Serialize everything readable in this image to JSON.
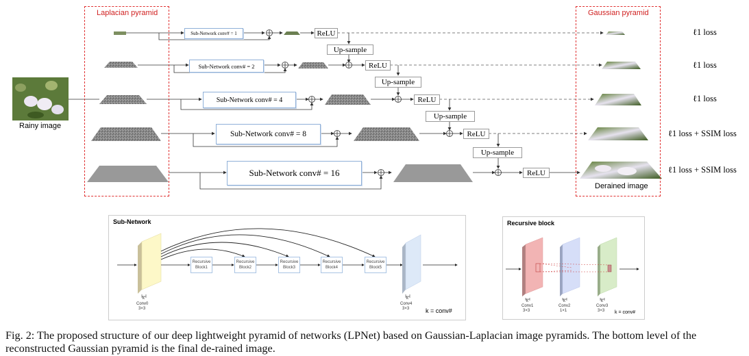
{
  "labels": {
    "laplacian": "Laplacian pyramid",
    "gaussian": "Gaussian pyramid",
    "rainy": "Rainy image",
    "derained": "Derained image"
  },
  "levels": [
    {
      "subnet": "Sub-Network conv# = 1",
      "loss": "ℓ1 loss"
    },
    {
      "subnet": "Sub-Network conv# = 2",
      "loss": "ℓ1 loss"
    },
    {
      "subnet": "Sub-Network conv# = 4",
      "loss": "ℓ1 loss"
    },
    {
      "subnet": "Sub-Network conv# = 8",
      "loss": "ℓ1 loss  +  SSIM loss"
    },
    {
      "subnet": "Sub-Network conv# = 16",
      "loss": "ℓ1 loss  +  SSIM loss"
    }
  ],
  "ops": {
    "relu": "ReLU",
    "upsample": "Up-sample"
  },
  "subnetwork": {
    "title": "Sub-Network",
    "blocks": [
      "Recursive Block1",
      "Recursive Block2",
      "Recursive Block3",
      "Recursive Block4",
      "Recursive Block5"
    ],
    "conv0": "Conv0",
    "conv0_size": "3×3",
    "conv4": "Conv4",
    "conv4_size": "3×3",
    "k_label": "k",
    "legend": "k = conv#"
  },
  "recursive": {
    "title": "Recursive block",
    "conv1": "Conv1",
    "conv1_size": "3×3",
    "conv2": "Conv2",
    "conv2_size": "1×1",
    "conv3": "Conv3",
    "conv3_size": "3×3",
    "k_label": "k",
    "legend": "k = conv#"
  },
  "caption": "Fig. 2: The proposed structure of our deep lightweight pyramid of networks (LPNet) based on Gaussian-Laplacian image pyramids. The bottom level of the reconstructed Gaussian pyramid is the final de-rained image.",
  "colors": {
    "pyramid_box": "#e03030",
    "subnet_border": "#8fb0d8",
    "conv0": "#fdf8c8",
    "conv4": "#dde9f8",
    "conv1": "#f2b4b4",
    "conv2": "#d6def8",
    "conv3": "#d8ecc8"
  }
}
